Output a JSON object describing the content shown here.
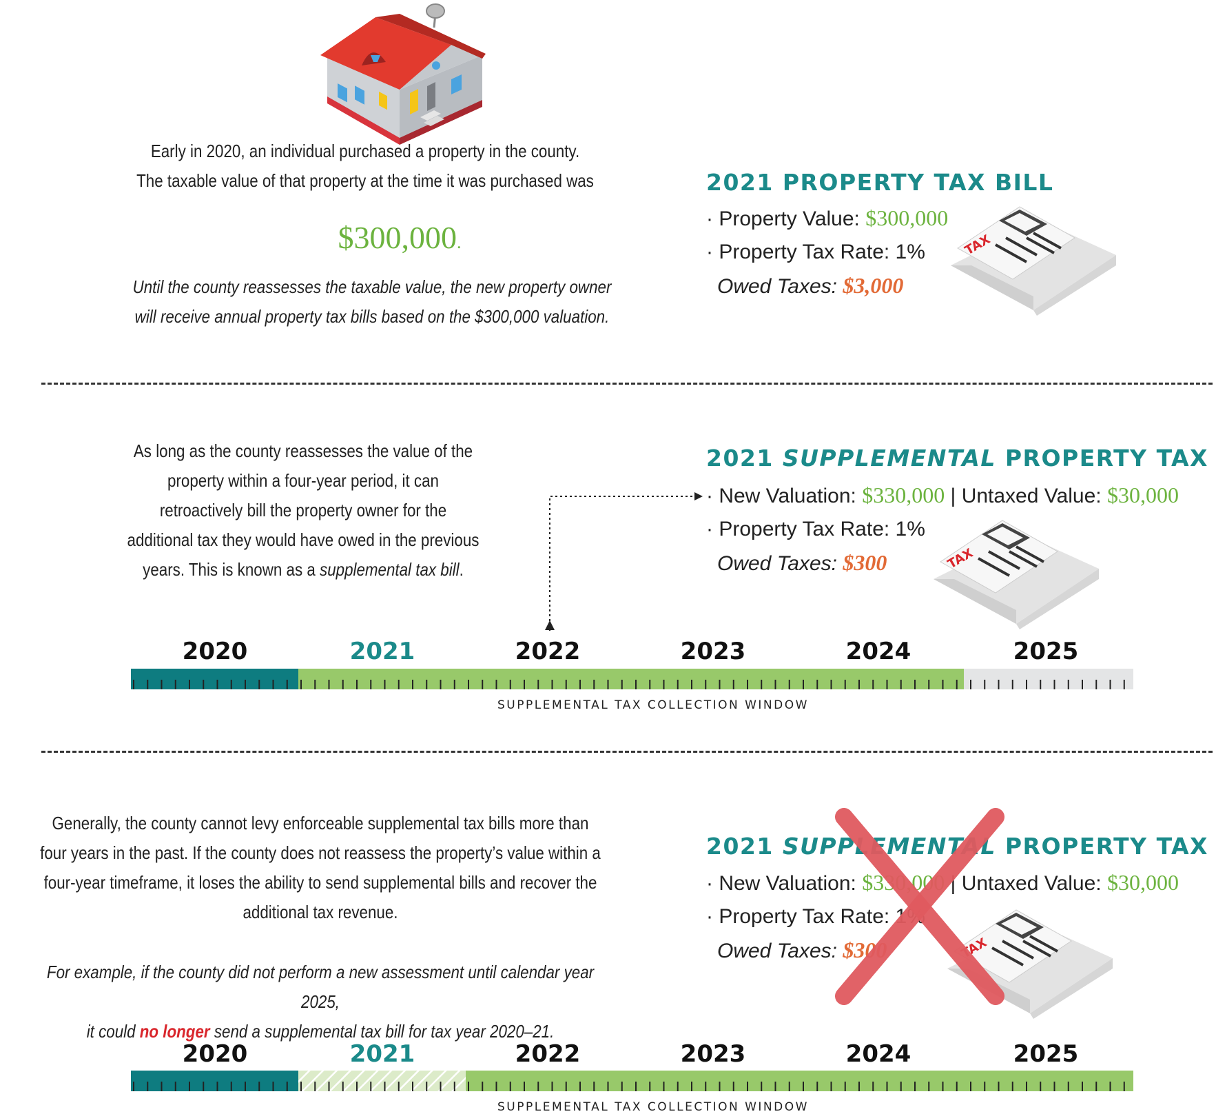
{
  "section1": {
    "text_line1": "Early in 2020, an individual purchased a property in the county.",
    "text_line2": "The taxable value of that property at the time it was purchased was",
    "purchase_value": "$300,000",
    "purchase_value_period": ".",
    "italic_line1": "Until the county reassesses the taxable value, the new property owner",
    "italic_line2": "will receive annual property tax bills based on the $300,000 valuation.",
    "bill": {
      "title": "2021 PROPERTY TAX BILL",
      "bullet1_label": "· Property Value: ",
      "bullet1_value": "$300,000",
      "bullet2": "· Property Tax Rate: 1%",
      "owed_label": "Owed Taxes: ",
      "owed_value": "$3,000"
    }
  },
  "section2": {
    "line1": "As long as the county reassesses the value of the",
    "line2": "property within a four-year period, it can",
    "line3": "retroactively bill the property owner for the",
    "line4": "additional tax they would have owed in the previous",
    "line5_prefix": "years. This is known as a ",
    "line5_italic": "supplemental tax bill",
    "line5_suffix": ".",
    "bill": {
      "title_prefix": "2021 ",
      "title_italic": "SUPPLEMENTAL",
      "title_suffix": " PROPERTY TAX BILL",
      "new_val_label": "· New Valuation: ",
      "new_val_value": "$330,000",
      "separator": " | ",
      "untaxed_label": "Untaxed Value: ",
      "untaxed_value": "$30,000",
      "rate": "· Property Tax Rate: 1%",
      "owed_label": "Owed Taxes: ",
      "owed_value": "$300"
    },
    "timeline": {
      "years": [
        "2020",
        "2021",
        "2022",
        "2023",
        "2024",
        "2025"
      ],
      "caption": "SUPPLEMENTAL TAX COLLECTION WINDOW"
    }
  },
  "section3": {
    "line1": "Generally, the county cannot levy enforceable supplemental tax bills more than",
    "line2": "four years in the past. If the county does not reassess the property’s value within a",
    "line3": "four-year timeframe, it loses the ability to send supplemental bills and recover the",
    "line4": "additional tax revenue.",
    "italic1": "For example, if the county did not perform a new assessment until calendar year 2025,",
    "italic2_prefix": "it could ",
    "italic2_red": "no longer",
    "italic2_suffix": " send a supplemental tax bill for tax year 2020–21.",
    "bill": {
      "title_prefix": "2021 ",
      "title_italic": "SUPPLEMENTAL",
      "title_suffix": " PROPERTY TAX BILL",
      "new_val_label": "· New Valuation: ",
      "new_val_value": "$330,000",
      "separator": " | ",
      "untaxed_label": "Untaxed Value: ",
      "untaxed_value": "$30,000",
      "rate": "· Property Tax Rate: 1%",
      "owed_label": "Owed Taxes: ",
      "owed_value": "$300"
    },
    "timeline": {
      "years": [
        "2020",
        "2021",
        "2022",
        "2023",
        "2024",
        "2025"
      ],
      "caption": "SUPPLEMENTAL TAX COLLECTION WINDOW"
    }
  },
  "envelope_label": "TAX",
  "colors": {
    "teal": "#1b8a8a",
    "green": "#6cb33f",
    "timeline_green": "#98c96a",
    "timeline_teal": "#0e7c80",
    "orange": "#e26a36",
    "red": "#d9262c",
    "x_mark": "#e05a5f"
  }
}
